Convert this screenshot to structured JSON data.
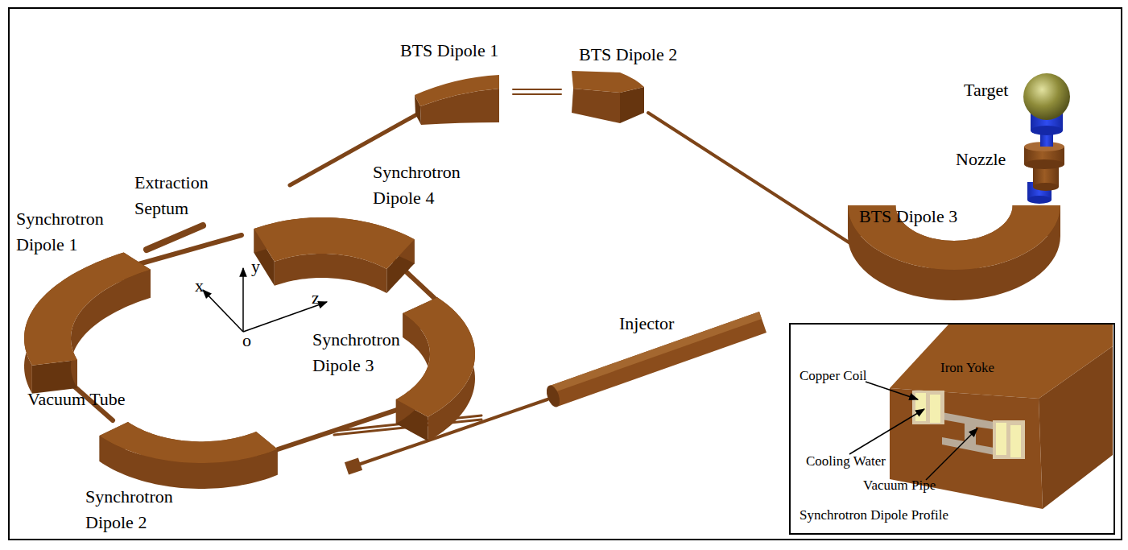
{
  "diagram": {
    "nodes": [
      {
        "text": [
          "Synchrotron Dipole Profile"
        ]
      }
    ],
    "labels": [
      "BTS Dipole 1",
      "BTS Dipole 2",
      "Target",
      "Nozzle",
      "Extraction Septum",
      "Synchrotron Dipole 4",
      "Synchrotron Dipole 1",
      "BTS Dipole 3",
      "y",
      "x",
      "z",
      "o",
      "Synchrotron Dipole 3",
      "Injector",
      "Vacuum Tube",
      "Synchrotron Dipole 2",
      "Copper Coil",
      "Iron Yoke",
      "Cooling Water",
      "Vacuum Pipe"
    ]
  }
}
